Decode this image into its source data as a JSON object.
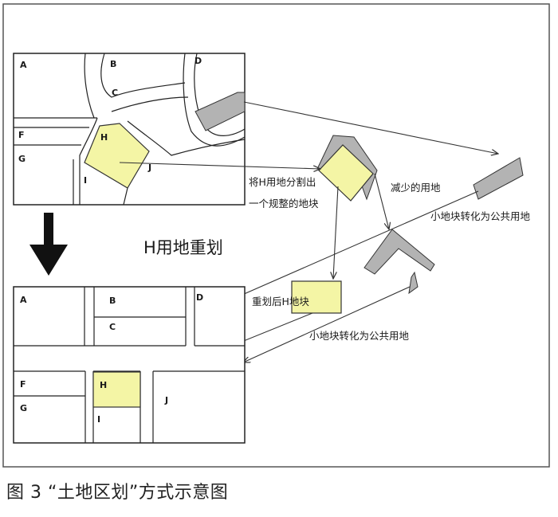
{
  "labels": {
    "top_map": {
      "a": "A",
      "b": "B",
      "c": "C",
      "d": "D",
      "f": "F",
      "g": "G",
      "h": "H",
      "i": "I",
      "j": "J"
    },
    "bottom_map": {
      "a": "A",
      "b": "B",
      "c": "C",
      "d": "D",
      "f": "F",
      "g": "G",
      "h": "H",
      "i": "I",
      "j": "J"
    }
  },
  "annotations": {
    "cut_line1": "将H用地分割出",
    "cut_line2": "一个规整的地块",
    "reduced_land": "减少的用地",
    "to_public_upper": "小地块转化为公共用地",
    "replotted_h": "重划后H地块",
    "to_public_lower": "小地块转化为公共用地"
  },
  "heading": "H用地重划",
  "caption": "图 3  “土地区划”方式示意图",
  "colors": {
    "parcel_fill": "#f4f5a5",
    "gray_fill": "#b3b3b3",
    "line": "#333333",
    "frame": "#555555"
  }
}
